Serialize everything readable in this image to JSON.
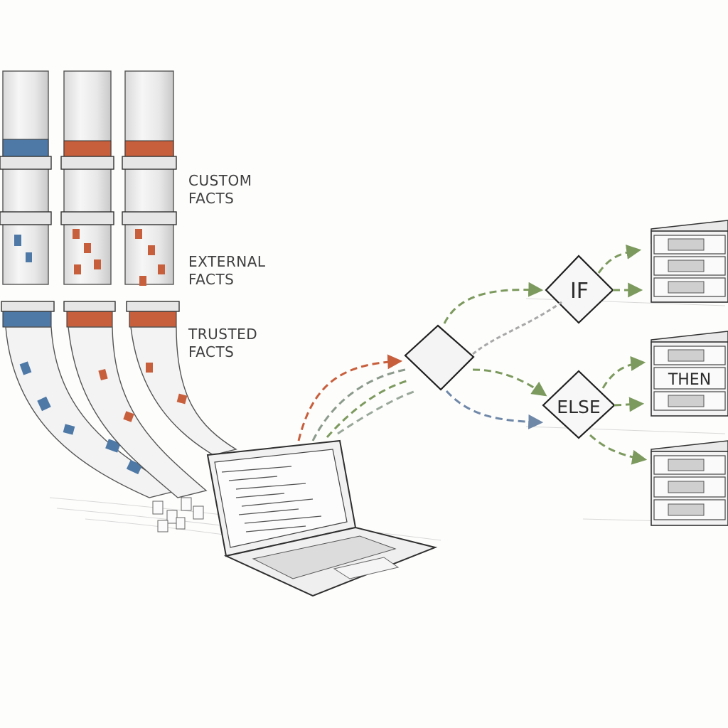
{
  "source_labels": {
    "custom": [
      "CUSTOM",
      "FACTS"
    ],
    "external": [
      "EXTERNAL",
      "FACTS"
    ],
    "trusted": [
      "TRUSTED",
      "FACTS"
    ]
  },
  "decision_labels": {
    "if": "IF",
    "else": "ELSE",
    "then": "THEN"
  },
  "colors": {
    "custom": "#4e79a7",
    "external": "#c85f3c",
    "trusted": "#c85f3c",
    "flow_green": "#7d9a5e",
    "flow_blue": "#6f88a8",
    "ink": "#2f2f2f"
  },
  "icons": [
    "pipe-icon",
    "laptop-icon",
    "diamond-icon",
    "server-rack-icon",
    "arrow-icon"
  ]
}
